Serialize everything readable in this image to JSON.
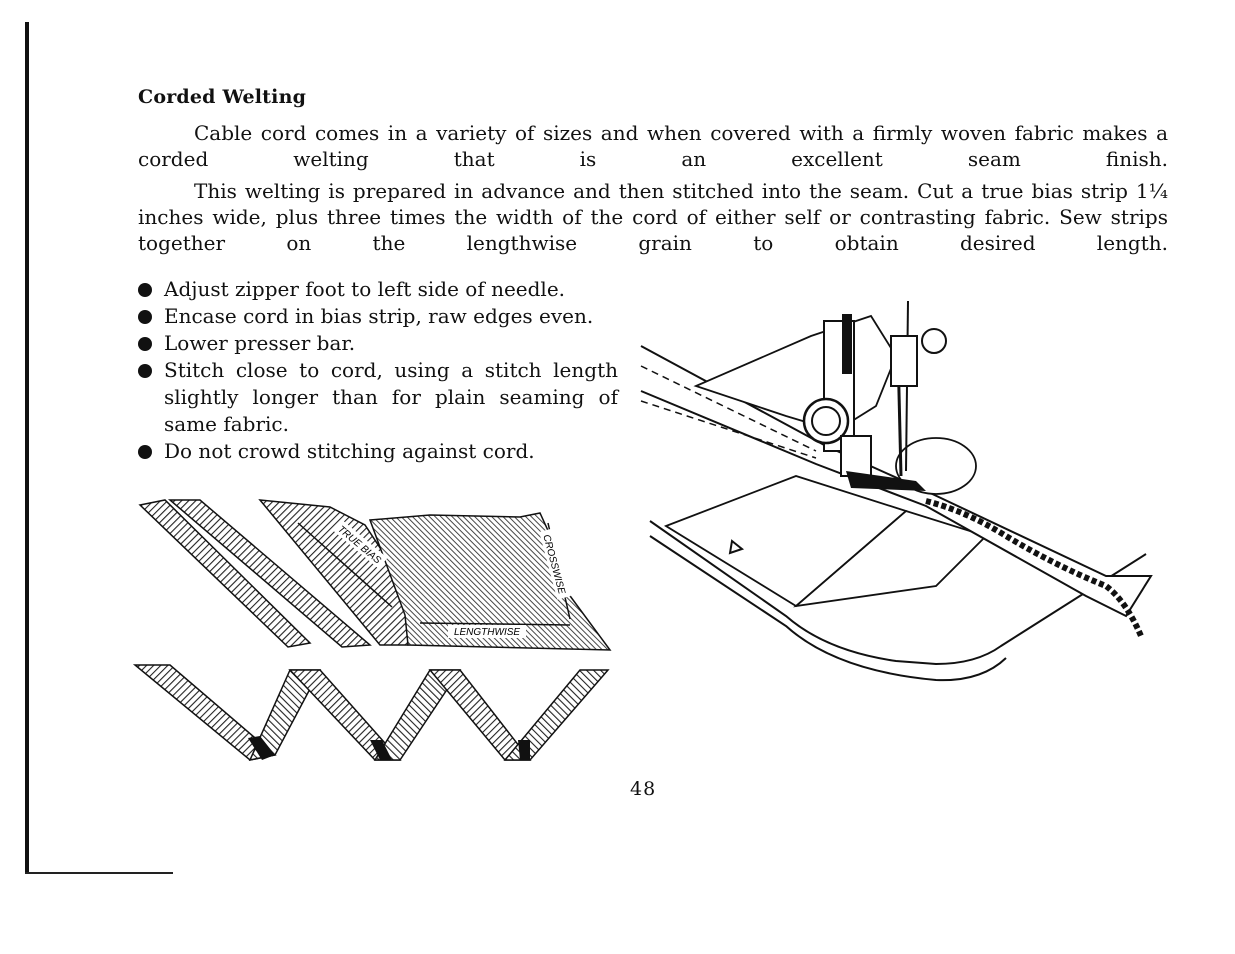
{
  "heading": "Corded Welting",
  "paragraph_1": "Cable cord comes in a variety of sizes and when covered with a firmly woven fabric makes a corded welting that is an excellent seam finish.",
  "paragraph_2": "This welting is prepared in advance and then stitched into the seam. Cut a true bias strip 1¼ inches wide, plus three times the width of the cord of either self or contrasting fabric. Sew strips together on the lengthwise grain to obtain desired length.",
  "steps": [
    "Adjust zipper foot to left side of needle.",
    "Encase cord in bias strip, raw edges even.",
    "Lower presser bar.",
    "Stitch close to cord, using a stitch length slightly longer than for plain seaming of same fabric.",
    "Do not crowd stitching against cord."
  ],
  "diagram_labels": {
    "true_bias": "TRUE BIAS",
    "crosswise": "CROSSWISE",
    "lengthwise": "LENGTHWISE"
  },
  "page_number": "48"
}
